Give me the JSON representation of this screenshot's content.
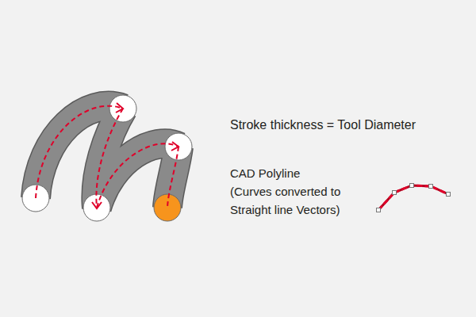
{
  "diagram": {
    "labels": [
      "Stroke thickness = Tool Diameter",
      "CAD Polyline",
      "(Curves converted to",
      "Straight line Vectors)"
    ]
  }
}
